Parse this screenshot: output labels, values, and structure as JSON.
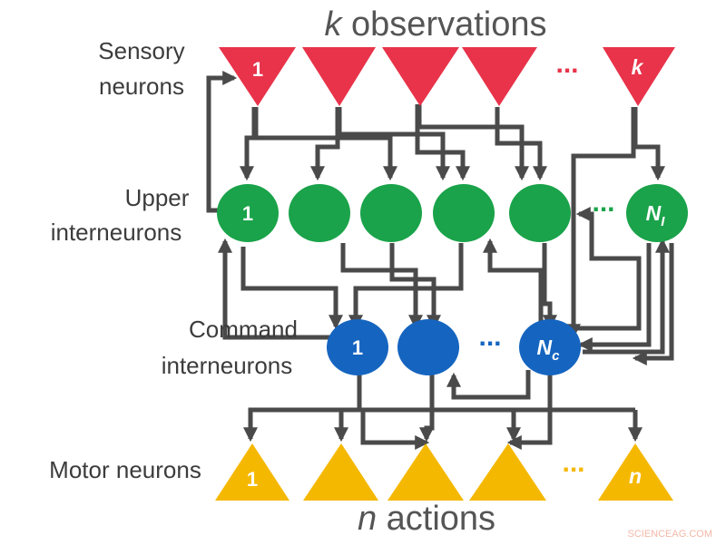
{
  "colors": {
    "sensory": "#e8334a",
    "upper": "#1aa34a",
    "command": "#1565c0",
    "motor": "#f5b800",
    "wire": "#4a4a4a"
  },
  "titles": {
    "top_italic": "k",
    "top_rest": " observations",
    "bottom_italic": "n",
    "bottom_rest": " actions"
  },
  "layers": {
    "sensory": {
      "label_line1": "Sensory",
      "label_line2": "neurons",
      "first": "1",
      "last": "k",
      "ellipsis": "..."
    },
    "upper": {
      "label_line1": "Upper",
      "label_line2": "interneurons",
      "first": "1",
      "last_main": "N",
      "last_sub": "I",
      "ellipsis": "..."
    },
    "command": {
      "label_line1": "Command",
      "label_line2": "interneurons",
      "first": "1",
      "last_main": "N",
      "last_sub": "c",
      "ellipsis": "..."
    },
    "motor": {
      "label_line1": "Motor neurons",
      "first": "1",
      "last": "n",
      "ellipsis": "..."
    }
  },
  "watermark": "SCIENCEAG.COM"
}
